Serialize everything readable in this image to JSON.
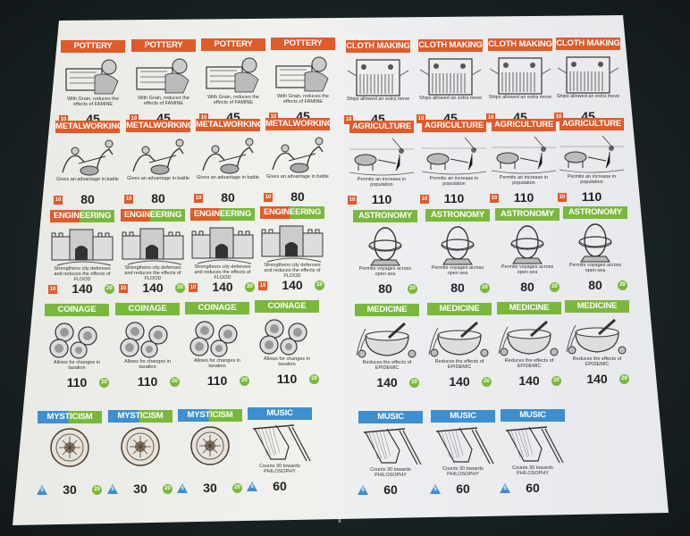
{
  "scene": {
    "description": "Photograph of a printed sheet of civilization advance cards on a dark surface",
    "background_color": "#1c2426",
    "sheet_color": "#eeeeec"
  },
  "colors": {
    "orange": "#e05a2a",
    "green": "#7ab83c",
    "blue": "#3d8fcf"
  },
  "rows": [
    {
      "left": {
        "title": "POTTERY",
        "title_color": "orange",
        "desc": "With Grain, reduces the effects of FAMINE",
        "cost": "45",
        "sq_badge": "10",
        "circ_badge": "",
        "tri_badge": "",
        "art": "pottery-icon"
      },
      "right": {
        "title": "CLOTH MAKING",
        "title_color": "orange",
        "desc": "Ships allowed an extra move",
        "cost": "45",
        "sq_badge": "10",
        "circ_badge": "",
        "tri_badge": "",
        "art": "loom-icon"
      }
    },
    {
      "left": {
        "title": "METALWORKING",
        "title_color": "orange",
        "desc": "Gives an advantage in battle",
        "cost": "80",
        "sq_badge": "10",
        "circ_badge": "",
        "tri_badge": "",
        "art": "metalworking-icon"
      },
      "right": {
        "title": "AGRICULTURE",
        "title_color": "orange",
        "desc": "Permits an increase in population",
        "cost": "110",
        "sq_badge": "10",
        "circ_badge": "",
        "tri_badge": "",
        "art": "plough-icon"
      }
    },
    {
      "left": {
        "title": "ENGINEERING",
        "title_color": "orange-green",
        "desc": "Strengthens city defenses and reduces the effects of FLOOD",
        "cost": "140",
        "sq_badge": "10",
        "circ_badge": "20",
        "tri_badge": "",
        "art": "city-wall-icon"
      },
      "right": {
        "title": "ASTRONOMY",
        "title_color": "green",
        "desc": "Permits voyages across open sea",
        "cost": "80",
        "sq_badge": "",
        "circ_badge": "20",
        "tri_badge": "",
        "art": "armillary-sphere-icon"
      }
    },
    {
      "left": {
        "title": "COINAGE",
        "title_color": "green",
        "desc": "Allows for changes in taxation",
        "cost": "110",
        "sq_badge": "",
        "circ_badge": "20",
        "tri_badge": "",
        "art": "coins-icon"
      },
      "right": {
        "title": "MEDICINE",
        "title_color": "green",
        "desc": "Reduces the effects of EPIDEMIC",
        "cost": "140",
        "sq_badge": "",
        "circ_badge": "20",
        "tri_badge": "",
        "art": "mortar-pestle-icon"
      }
    },
    {
      "left": {
        "title": "MYSTICISM",
        "title_color": "blue-green",
        "desc": "",
        "cost": "30",
        "sq_badge": "",
        "circ_badge": "20",
        "tri_badge": "5",
        "art": "zodiac-disc-icon"
      },
      "right": {
        "title": "MUSIC",
        "title_color": "blue",
        "desc": "Counts 30 towards PHILOSOPHY",
        "cost": "60",
        "sq_badge": "",
        "circ_badge": "",
        "tri_badge": "5",
        "art": "harp-icon"
      }
    }
  ],
  "last_row_layout": {
    "left_mysticism_count": 3,
    "left_music_count": 1,
    "right_music_count": 3
  }
}
